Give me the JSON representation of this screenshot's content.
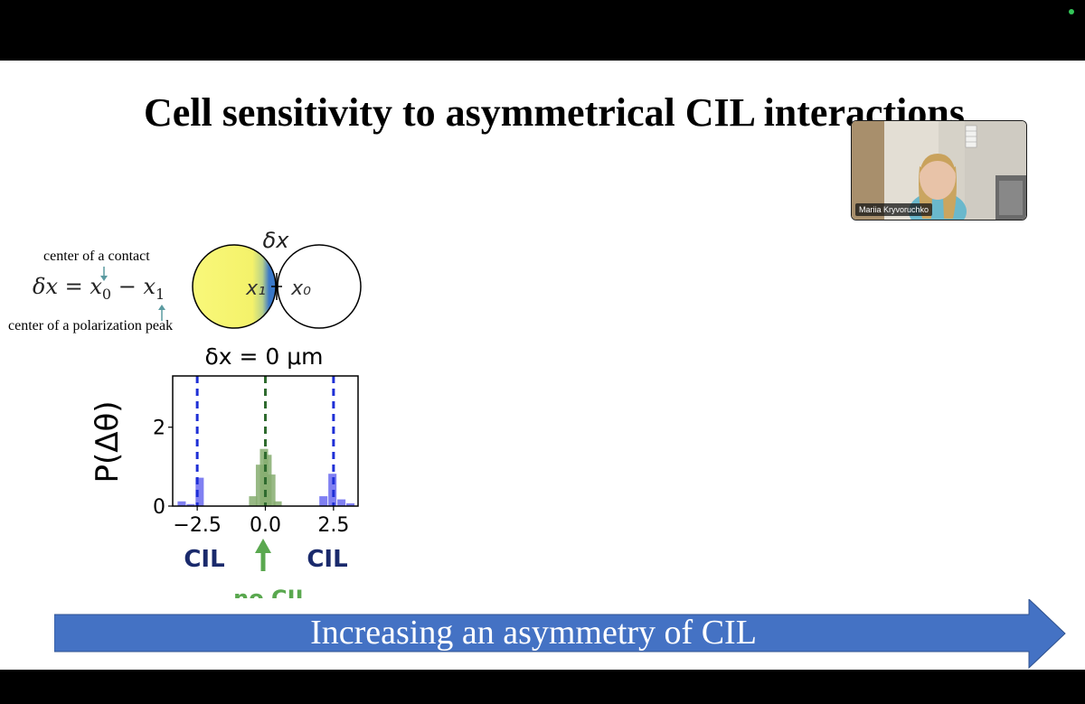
{
  "slide": {
    "title": "Cell sensitivity to asymmetrical CIL interactions",
    "formula": {
      "delta": "δx",
      "equals": "=",
      "x0": "x",
      "x0_sub": "0",
      "minus": "−",
      "x1": "x",
      "x1_sub": "1"
    },
    "annotations": {
      "contact": "center of a contact",
      "polarization": "center of a polarization peak"
    },
    "diagram": {
      "delta_label": "δx",
      "x1_label": "x₁",
      "x0_label": "x₀",
      "colors": {
        "left_cell": "#f9f87a",
        "polarization": "#3a78c8"
      }
    },
    "histogram_title": "δx = 0 μm",
    "labels": {
      "cil_left": "CIL",
      "cil_right": "CIL",
      "no_cil": "no CIL"
    },
    "arrow_text": "Increasing an asymmetry of CIL",
    "colors": {
      "arrow": "#4472c4",
      "cil": "#1a2a6c",
      "no_cil": "#5aa84f"
    }
  },
  "chart_data": {
    "type": "bar",
    "ylabel": "P(Δθ)",
    "xticks": [
      "−2.5",
      "0.0",
      "2.5"
    ],
    "yticks": [
      "0",
      "2"
    ],
    "xlim": [
      -3.4,
      3.4
    ],
    "ylim": [
      0,
      3.3
    ],
    "series": [
      {
        "color": "#6a6af0",
        "x": [
          -3.07,
          -2.74,
          -2.41,
          2.13,
          2.46,
          2.79,
          3.12
        ],
        "values": [
          0.12,
          0.05,
          0.72,
          0.25,
          0.82,
          0.17,
          0.07
        ]
      },
      {
        "color": "#86ad70",
        "x": [
          -0.45,
          -0.2,
          -0.05,
          0.08,
          0.22,
          0.45
        ],
        "values": [
          0.25,
          1.05,
          1.45,
          1.3,
          0.8,
          0.12
        ]
      }
    ],
    "vlines": [
      {
        "x": -2.5,
        "color": "#1e2fd6"
      },
      {
        "x": 0.0,
        "color": "#2f6b2f"
      },
      {
        "x": 2.5,
        "color": "#1e2fd6"
      }
    ]
  },
  "video": {
    "participant": "Mariia Kryvoruchko"
  }
}
